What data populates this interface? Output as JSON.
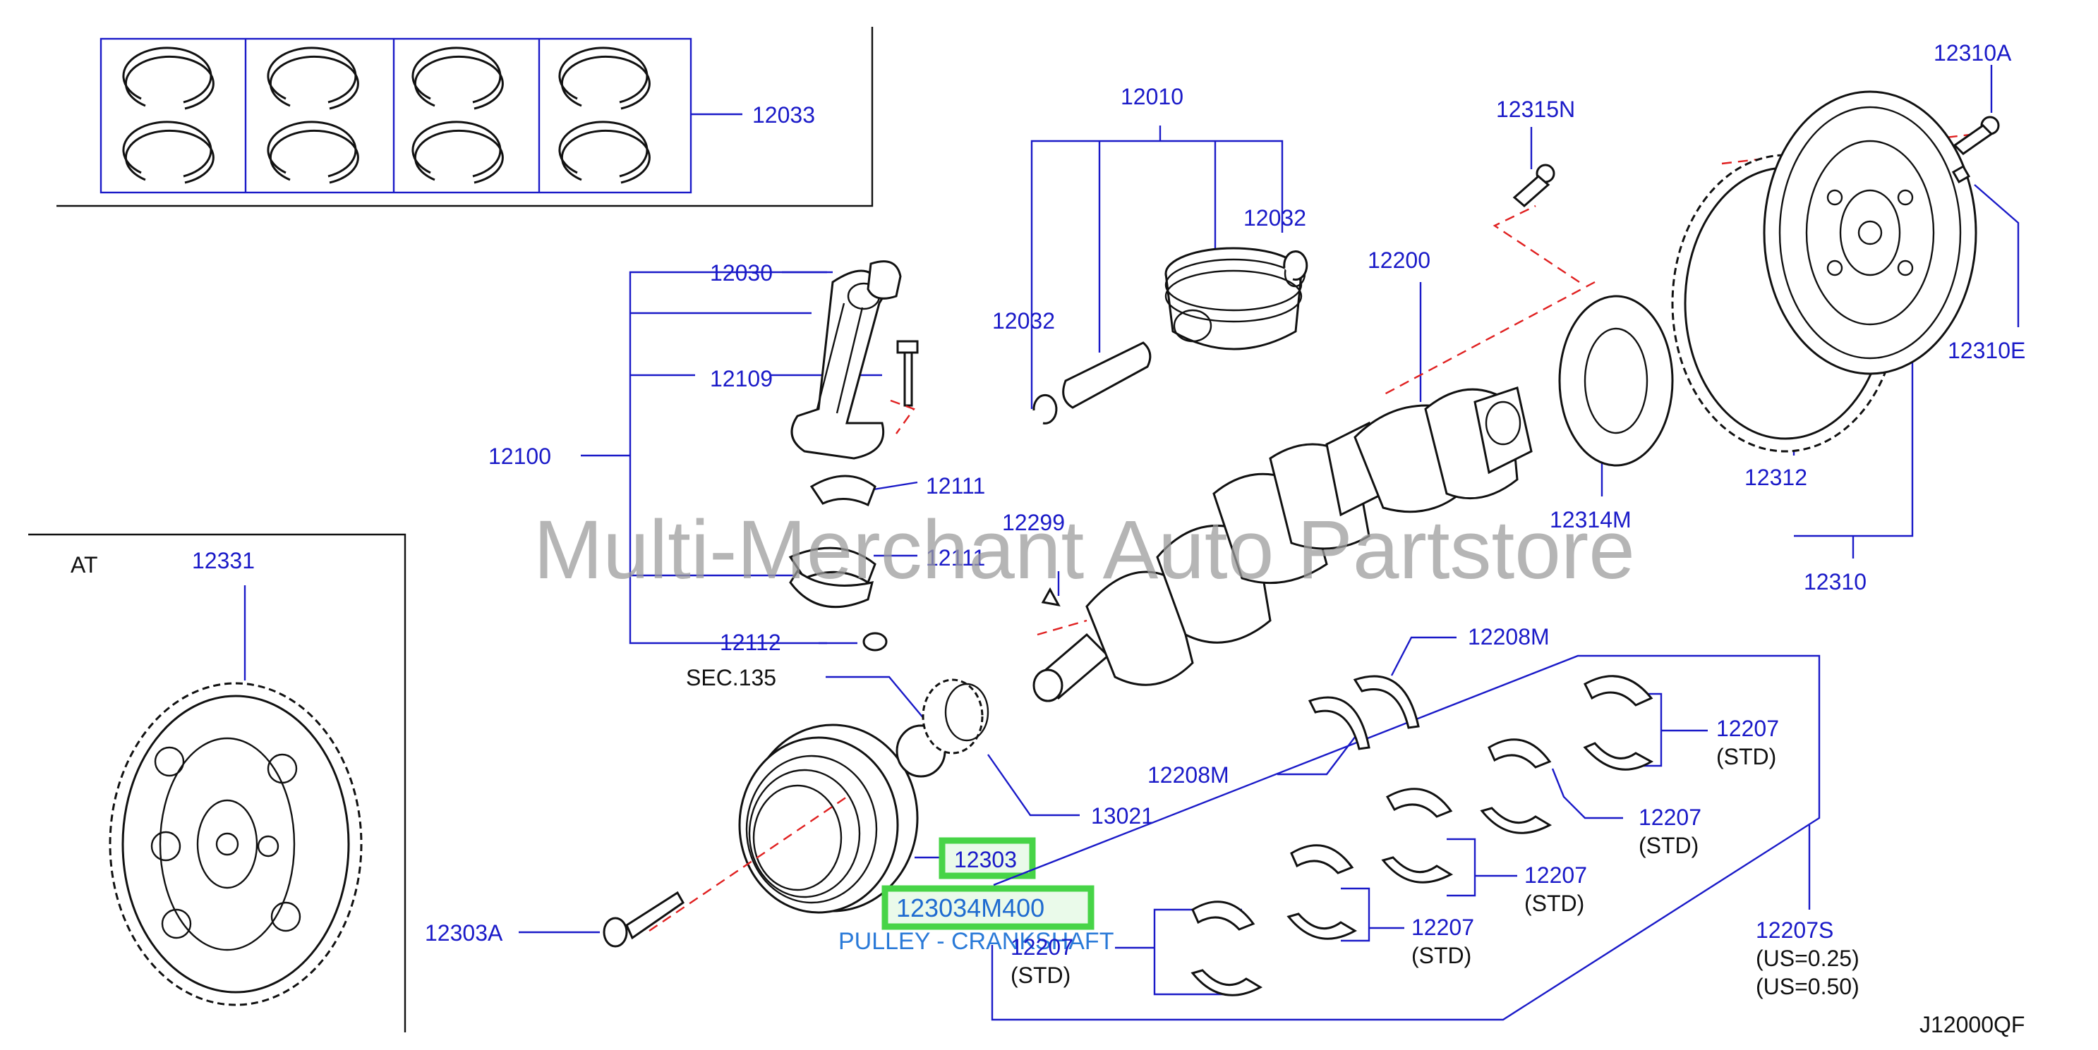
{
  "diagram": {
    "code": "J12000QF",
    "watermark": "Multi-Merchant Auto Partstore",
    "section_at": "AT",
    "sec_ref": "SEC.135",
    "highlight": {
      "part": "12303",
      "part_number": "123034M400",
      "description": "PULLEY - CRANKSHAFT"
    },
    "labels": {
      "p12033": "12033",
      "p12010": "12010",
      "p12315N": "12315N",
      "p12310A": "12310A",
      "p12032a": "12032",
      "p12032b": "12032",
      "p12200": "12200",
      "p12030": "12030",
      "p12109": "12109",
      "p12100": "12100",
      "p12111a": "12111",
      "p12111b": "12111",
      "p12112": "12112",
      "p12299": "12299",
      "p12310E": "12310E",
      "p12314M": "12314M",
      "p12312": "12312",
      "p12310": "12310",
      "p12331": "12331",
      "p12208Ma": "12208M",
      "p12208Mb": "12208M",
      "p13021": "13021",
      "p12303A": "12303A",
      "p12207a": "12207",
      "p12207b": "12207",
      "p12207c": "12207",
      "p12207d": "12207",
      "p12207e": "12207",
      "p12207S": "12207S",
      "std_a": "(STD)",
      "std_b": "(STD)",
      "std_c": "(STD)",
      "std_d": "(STD)",
      "std_e": "(STD)",
      "us025": "(US=0.25)",
      "us050": "(US=0.50)"
    }
  }
}
